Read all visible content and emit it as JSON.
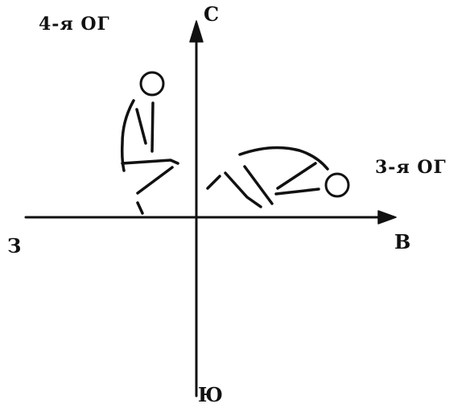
{
  "labels": {
    "group_4": "4-я ОГ",
    "group_3": "3-я ОГ",
    "north": "С",
    "east": "В",
    "west": "З",
    "south": "Ю"
  },
  "colors": {
    "ink": "#111111",
    "background": "#ffffff"
  }
}
